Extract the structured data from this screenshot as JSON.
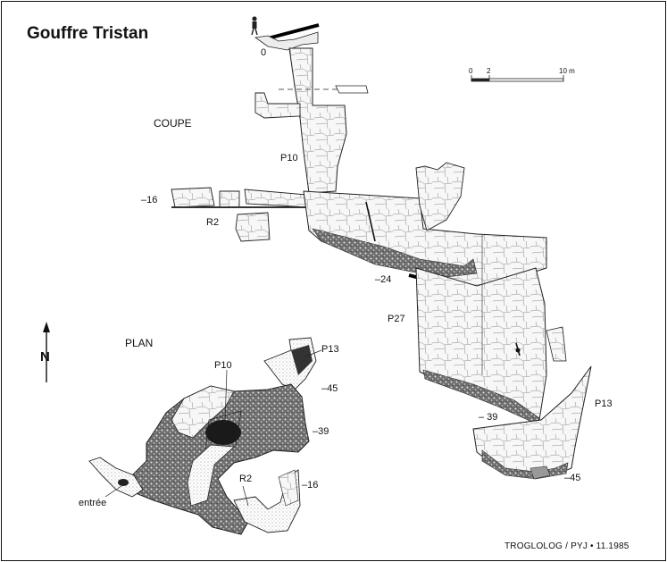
{
  "title": "Gouffre Tristan",
  "sections": {
    "coupe": "COUPE",
    "plan": "PLAN"
  },
  "scale": {
    "ticks": [
      "0",
      "2",
      "10 m"
    ]
  },
  "north": "N",
  "coupe_labels": {
    "depth_0": "0",
    "p10": "P10",
    "depth_16": "–16",
    "r2": "R2",
    "depth_24": "–24",
    "p27": "P27",
    "depth_39": "– 39",
    "p13": "P13",
    "depth_45": "–45"
  },
  "plan_labels": {
    "p10": "P10",
    "p13": "P13",
    "depth_45": "–45",
    "depth_39": "–39",
    "r2": "R2",
    "depth_16": "–16",
    "entree": "entrée"
  },
  "credit": "TROGLOLOG / PYJ • 11.1985",
  "colors": {
    "ink": "#111111",
    "rock_fill": "#f4f4f4",
    "rubble": "#555555",
    "background": "#ffffff"
  }
}
